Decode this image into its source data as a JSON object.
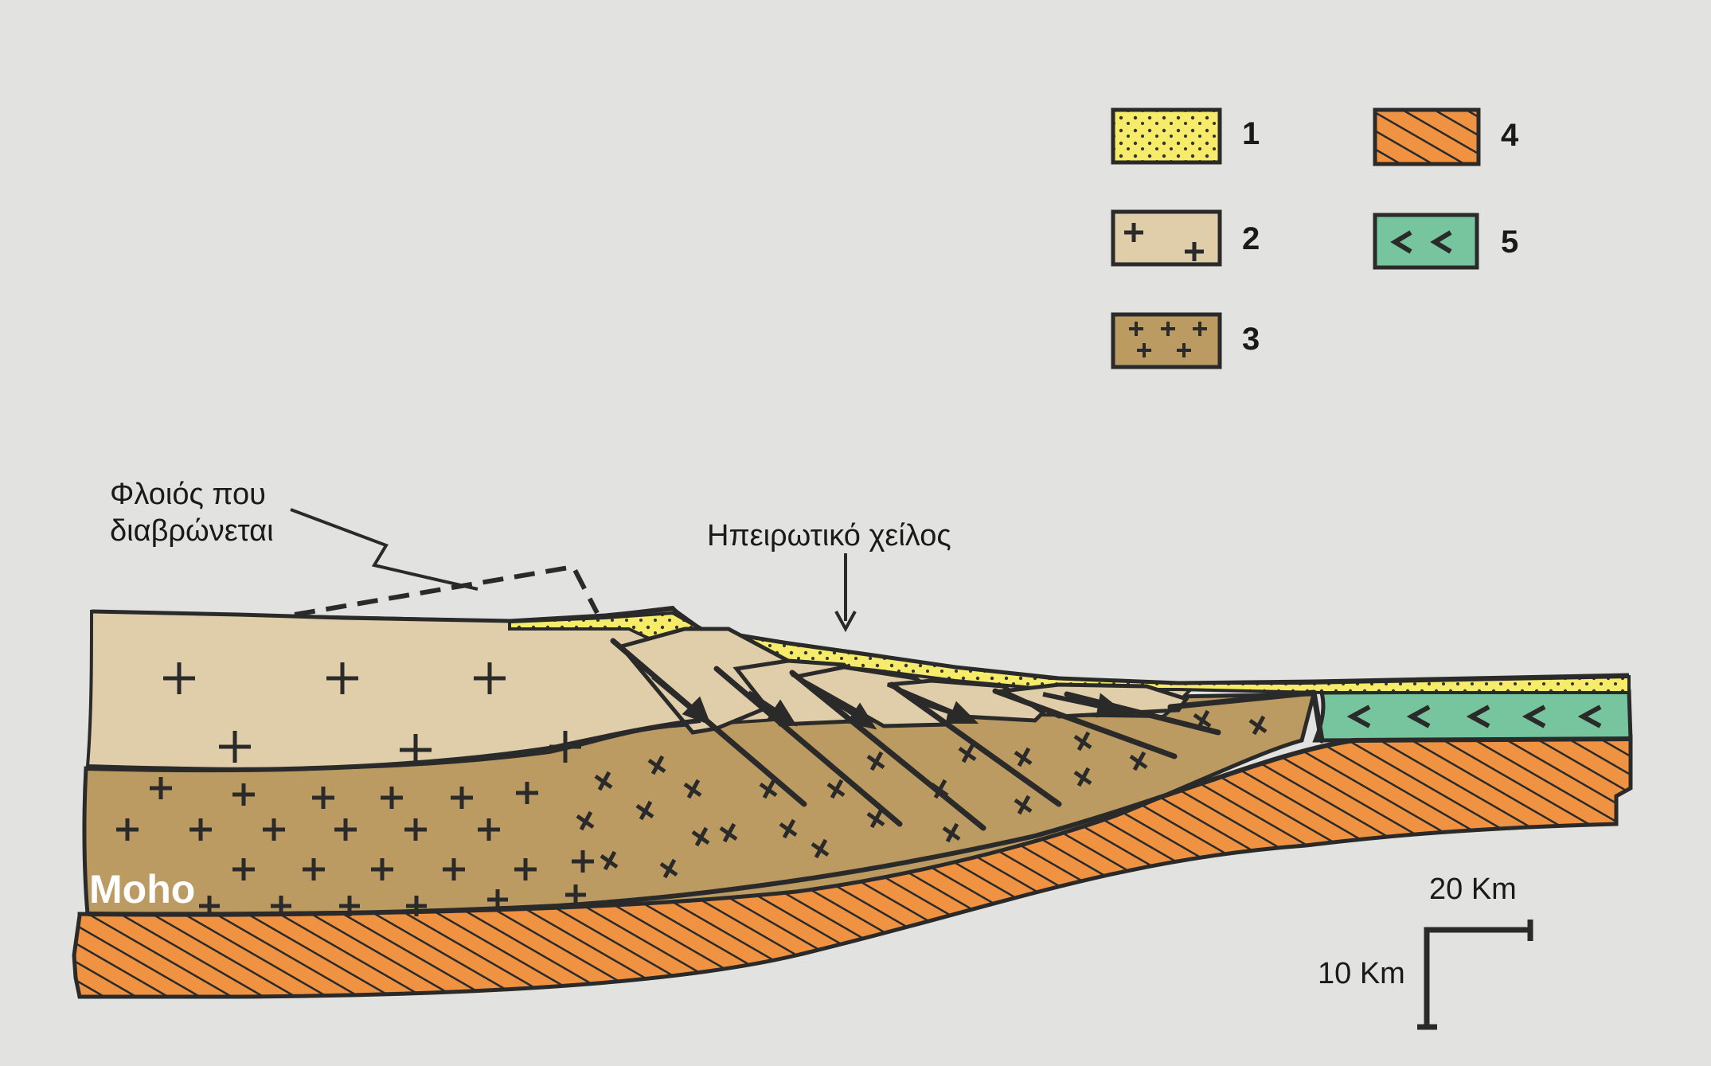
{
  "annotations": {
    "eroded_crust_line1": "Φλοιός που",
    "eroded_crust_line2": "διαβρώνεται",
    "continental_margin": "Ηπειρωτικό χείλος",
    "moho": "Moho"
  },
  "legend": [
    {
      "number": "1",
      "color": "#f6ec6a"
    },
    {
      "number": "2",
      "color": "#e0cda9"
    },
    {
      "number": "3",
      "color": "#bc9b62"
    },
    {
      "number": "4",
      "color": "#ef9343"
    },
    {
      "number": "5",
      "color": "#76c59e"
    }
  ],
  "scale_bar": {
    "horizontal": "20 Km",
    "vertical": "10 Km"
  }
}
